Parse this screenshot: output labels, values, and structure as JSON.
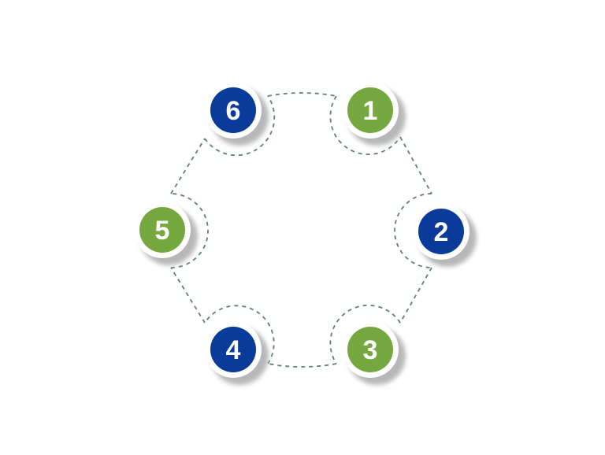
{
  "colors": {
    "blue": "#0a3a9a",
    "green": "#75a83e",
    "connector": "#5f7f7a",
    "shadow": "#b7b7b7",
    "ring": "#ffffff"
  },
  "nodes": [
    {
      "id": "1",
      "label": "1",
      "color": "green"
    },
    {
      "id": "2",
      "label": "2",
      "color": "blue"
    },
    {
      "id": "3",
      "label": "3",
      "color": "green"
    },
    {
      "id": "4",
      "label": "4",
      "color": "blue"
    },
    {
      "id": "5",
      "label": "5",
      "color": "green"
    },
    {
      "id": "6",
      "label": "6",
      "color": "blue"
    }
  ]
}
